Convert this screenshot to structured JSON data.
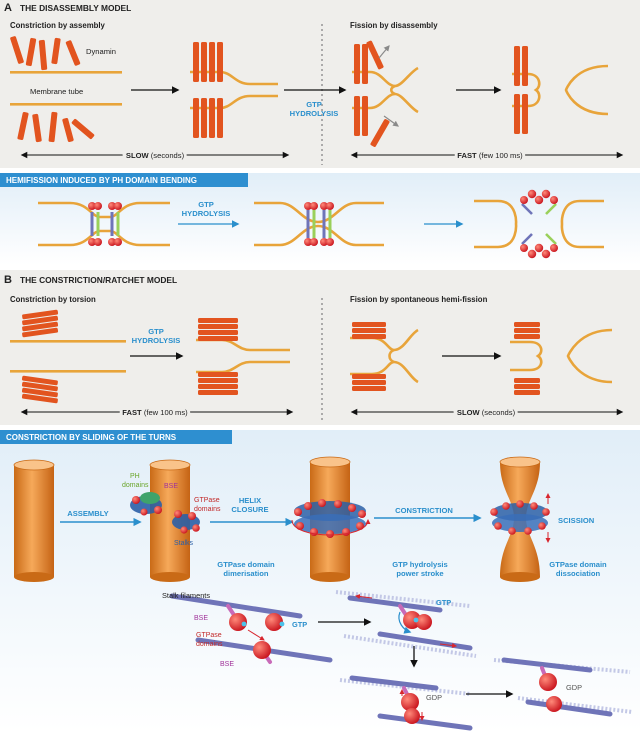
{
  "panel_a": {
    "letter": "A",
    "title": "THE DISASSEMBLY MODEL",
    "left_title": "Constriction by assembly",
    "right_title": "Fission by disassembly",
    "dynamin_label": "Dynamin",
    "membrane_label": "Membrane tube",
    "gtp_line1": "GTP",
    "gtp_line2": "HYDROLYSIS",
    "slow_bold": "SLOW",
    "slow_rest": " (seconds)",
    "fast_bold": "FAST",
    "fast_rest": " (few 100 ms)"
  },
  "hemi": {
    "title": "HEMIFISSION INDUCED BY PH DOMAIN BENDING",
    "gtp_line1": "GTP",
    "gtp_line2": "HYDROLYSIS"
  },
  "panel_b": {
    "letter": "B",
    "title": "THE CONSTRICTION/RATCHET MODEL",
    "left_title": "Constriction by torsion",
    "right_title": "Fission by spontaneous hemi-fission",
    "gtp_line1": "GTP",
    "gtp_line2": "HYDROLYSIS",
    "fast_bold": "FAST",
    "fast_rest": " (few 100 ms)",
    "slow_bold": "SLOW",
    "slow_rest": " (seconds)"
  },
  "sliding": {
    "title": "CONSTRICTION BY SLIDING OF THE TURNS",
    "ph_line1": "PH",
    "ph_line2": "domains",
    "bse": "BSE",
    "gtpase_line1": "GTPase",
    "gtpase_line2": "domains",
    "stalks": "Stalks",
    "assembly": "ASSEMBLY",
    "helix_line1": "HELIX",
    "helix_line2": "CLOSURE",
    "constriction": "CONSTRICTION",
    "scission": "SCISSION",
    "dimer_line1": "GTPase domain",
    "dimer_line2": "dimerisation",
    "power_line1": "GTP hydrolysis",
    "power_line2": "power stroke",
    "dissoc_line1": "GTPase domain",
    "dissoc_line2": "dissociation",
    "stalk_filaments": "Stalk filaments",
    "detail_bse": "BSE",
    "detail_gtpase_line1": "GTPase",
    "detail_gtpase_line2": "domains",
    "detail_bse2": "BSE",
    "gtp": "GTP",
    "gtp2": "GTP",
    "gdp": "GDP",
    "gdp2": "GDP"
  },
  "colors": {
    "dynamin": "#e2541f",
    "membrane": "#e8a43a",
    "accent_blue": "#2a8fcc",
    "header_bar": "#2e8fd0",
    "panel_bg": "#efeeeb",
    "gtpase_red": "#d8262e",
    "stalk_blue": "#6f74b8"
  }
}
